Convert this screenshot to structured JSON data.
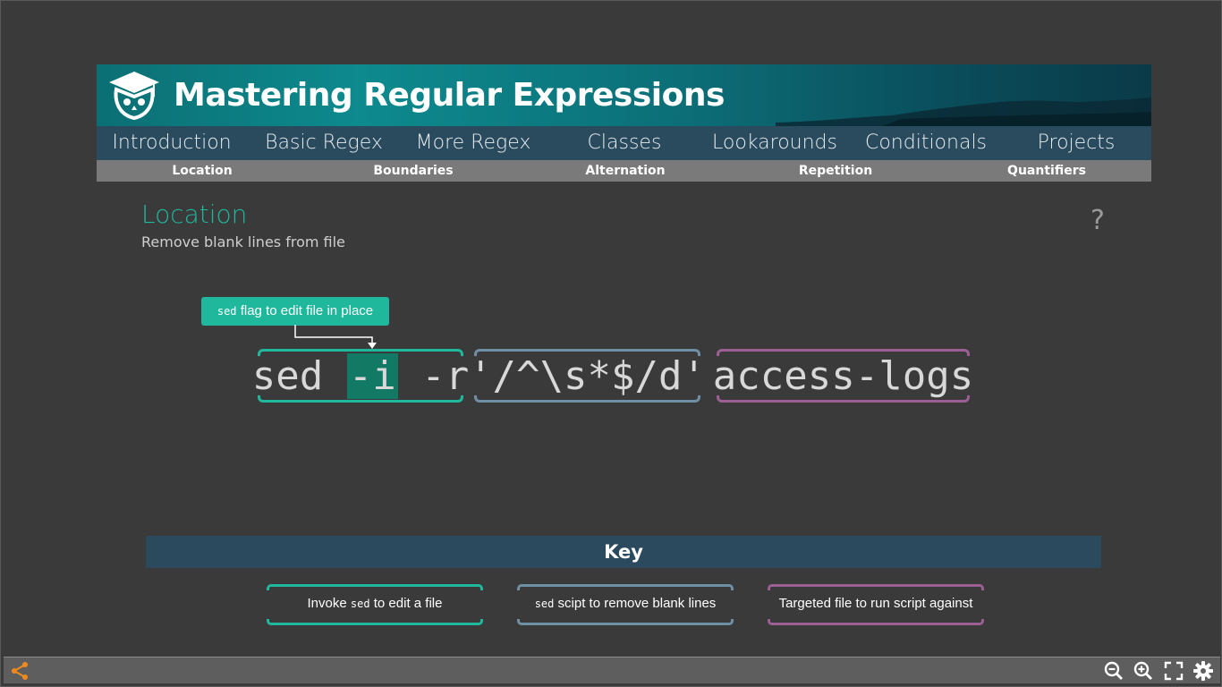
{
  "banner": {
    "title": "Mastering Regular Expressions"
  },
  "main_nav": {
    "items": [
      {
        "label": "Introduction"
      },
      {
        "label": "Basic Regex"
      },
      {
        "label": "More Regex"
      },
      {
        "label": "Classes"
      },
      {
        "label": "Lookarounds"
      },
      {
        "label": "Conditionals"
      },
      {
        "label": "Projects"
      }
    ]
  },
  "sub_nav": {
    "items": [
      {
        "label": "Location"
      },
      {
        "label": "Boundaries"
      },
      {
        "label": "Alternation"
      },
      {
        "label": "Repetition"
      },
      {
        "label": "Quantifiers"
      }
    ]
  },
  "page": {
    "title": "Location",
    "subtitle": "Remove blank lines from file",
    "help_label": "?"
  },
  "callout": {
    "code": "sed",
    "text": " flag to edit file in place"
  },
  "command": {
    "sed": {
      "cmd": "sed ",
      "flag_i": "-i",
      "flag_r": " -r"
    },
    "script": "'/^\\s*$/d'",
    "file": "access-logs"
  },
  "key": {
    "title": "Key",
    "items": [
      {
        "pre": "Invoke ",
        "code": "sed",
        "post": " to edit a file"
      },
      {
        "pre": "",
        "code": "sed",
        "post": " scipt to remove blank lines"
      },
      {
        "pre": "Targeted file to run script against",
        "code": "",
        "post": ""
      }
    ]
  },
  "colors": {
    "teal": "#1fb89c",
    "slate": "#6f8fa6",
    "purple": "#9c5f95",
    "nav": "#2a4a5e",
    "background": "#3a3a3a"
  },
  "toolbar": {
    "icons": [
      "share-icon",
      "zoom-out-icon",
      "zoom-in-icon",
      "fullscreen-icon",
      "settings-icon"
    ]
  }
}
